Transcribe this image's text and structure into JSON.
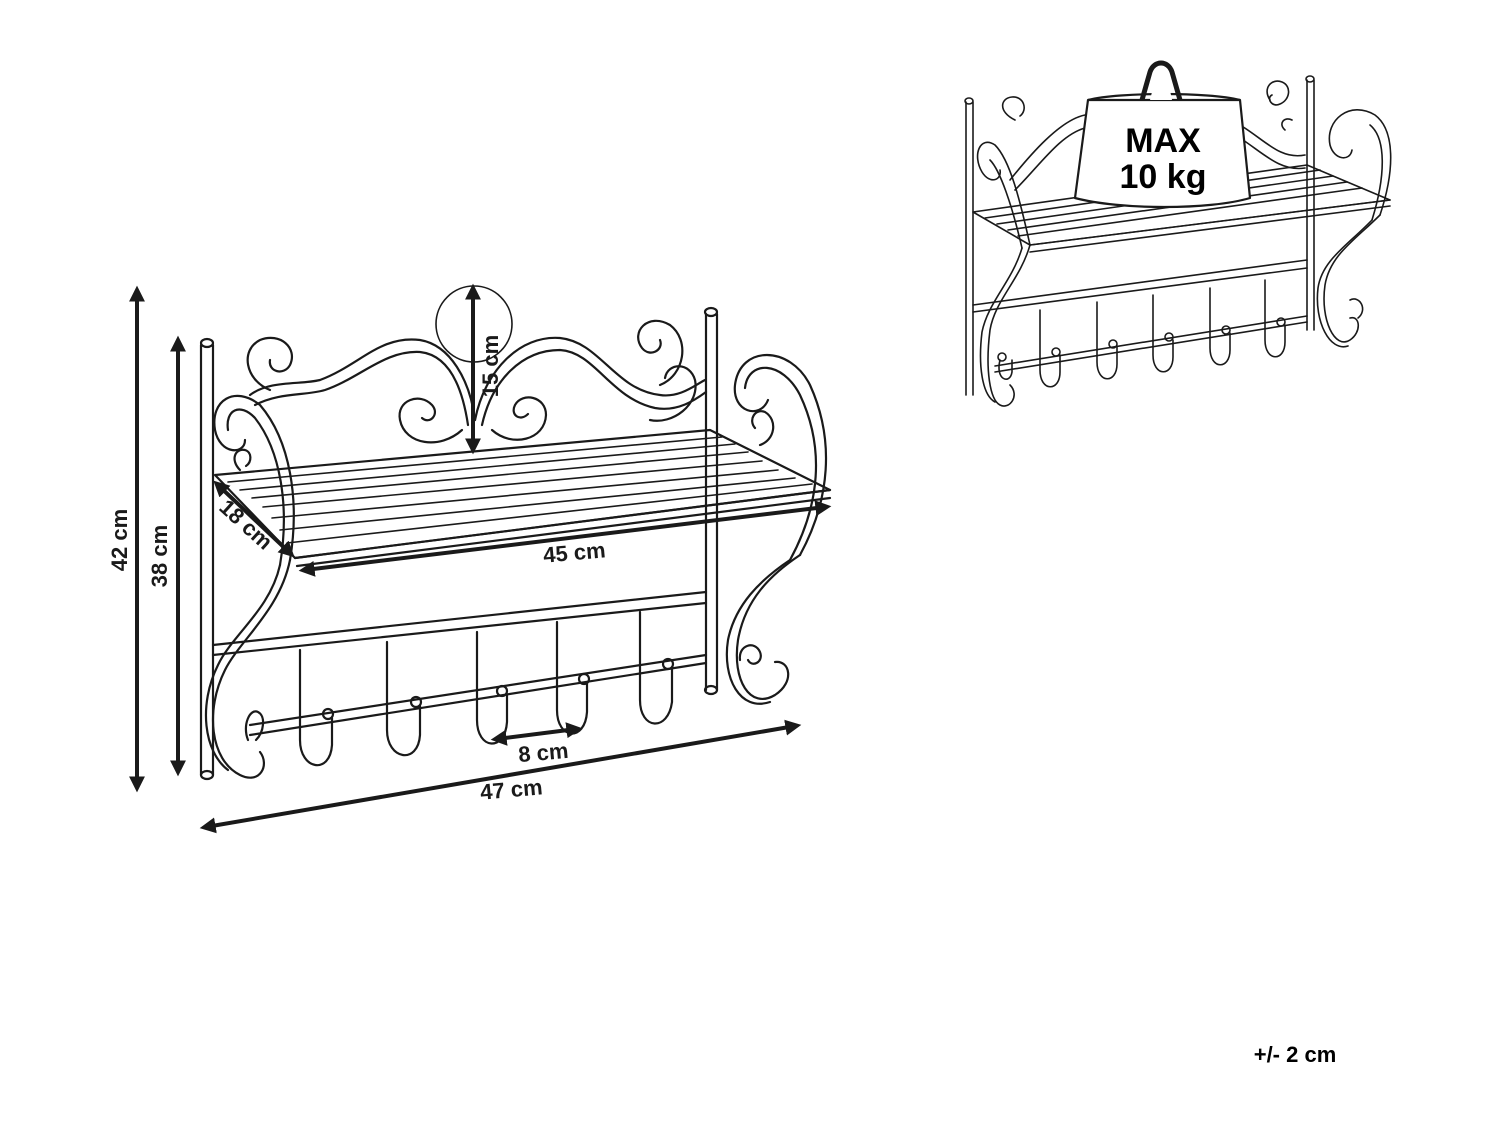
{
  "dimensions": {
    "height_total": "42 cm",
    "height_frame": "38 cm",
    "crest_height": "15 cm",
    "depth": "18 cm",
    "shelf_width": "45 cm",
    "hook_spacing": "8 cm",
    "total_width": "47 cm"
  },
  "load": {
    "line1": "MAX",
    "line2": "10 kg"
  },
  "tolerance": "+/- 2 cm",
  "colors": {
    "ink": "#1a1a1a",
    "weight_fill": "#ffffff",
    "background": "#ffffff"
  }
}
